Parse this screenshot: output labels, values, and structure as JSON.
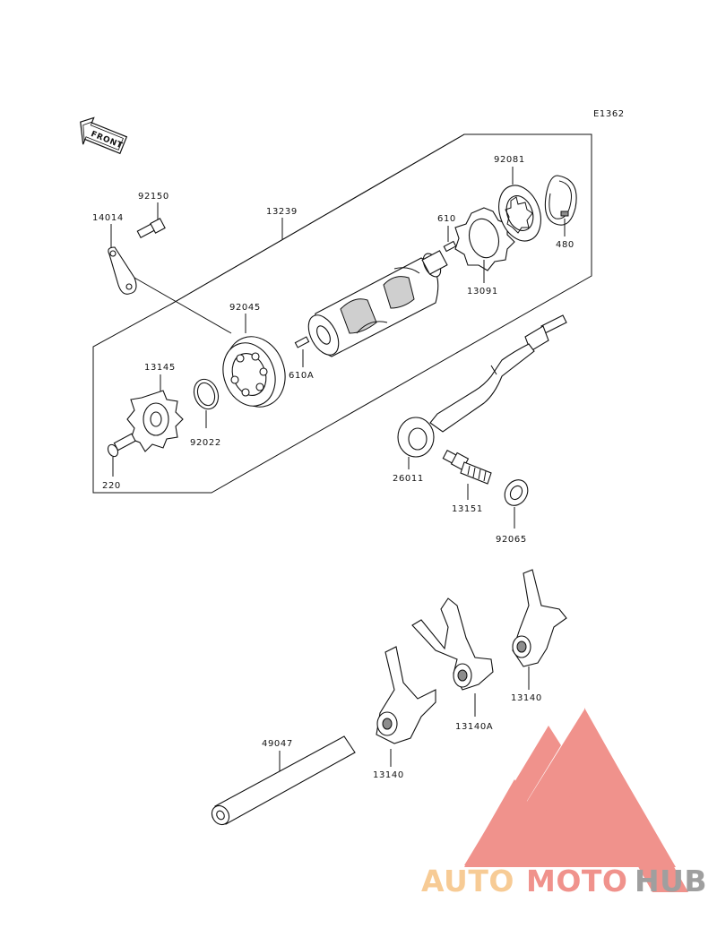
{
  "diagram_code": "E1362",
  "front_label": "FRONT",
  "parts": {
    "p13239": "13239",
    "p92081": "92081",
    "p480": "480",
    "p610": "610",
    "p13091": "13091",
    "p92150": "92150",
    "p14014": "14014",
    "p92045": "92045",
    "p610a": "610A",
    "p13145": "13145",
    "p92022": "92022",
    "p220": "220",
    "p26011": "26011",
    "p13151": "13151",
    "p92065": "92065",
    "p13140_right": "13140",
    "p13140a": "13140A",
    "p13140_left": "13140",
    "p49047": "49047"
  },
  "watermark": {
    "part1": "AUTO",
    "part2": "MOTO",
    "part3": "HUB",
    "color_orange": "#f6c283",
    "color_red": "#ee7f78",
    "color_gray": "#8f8f8f"
  }
}
